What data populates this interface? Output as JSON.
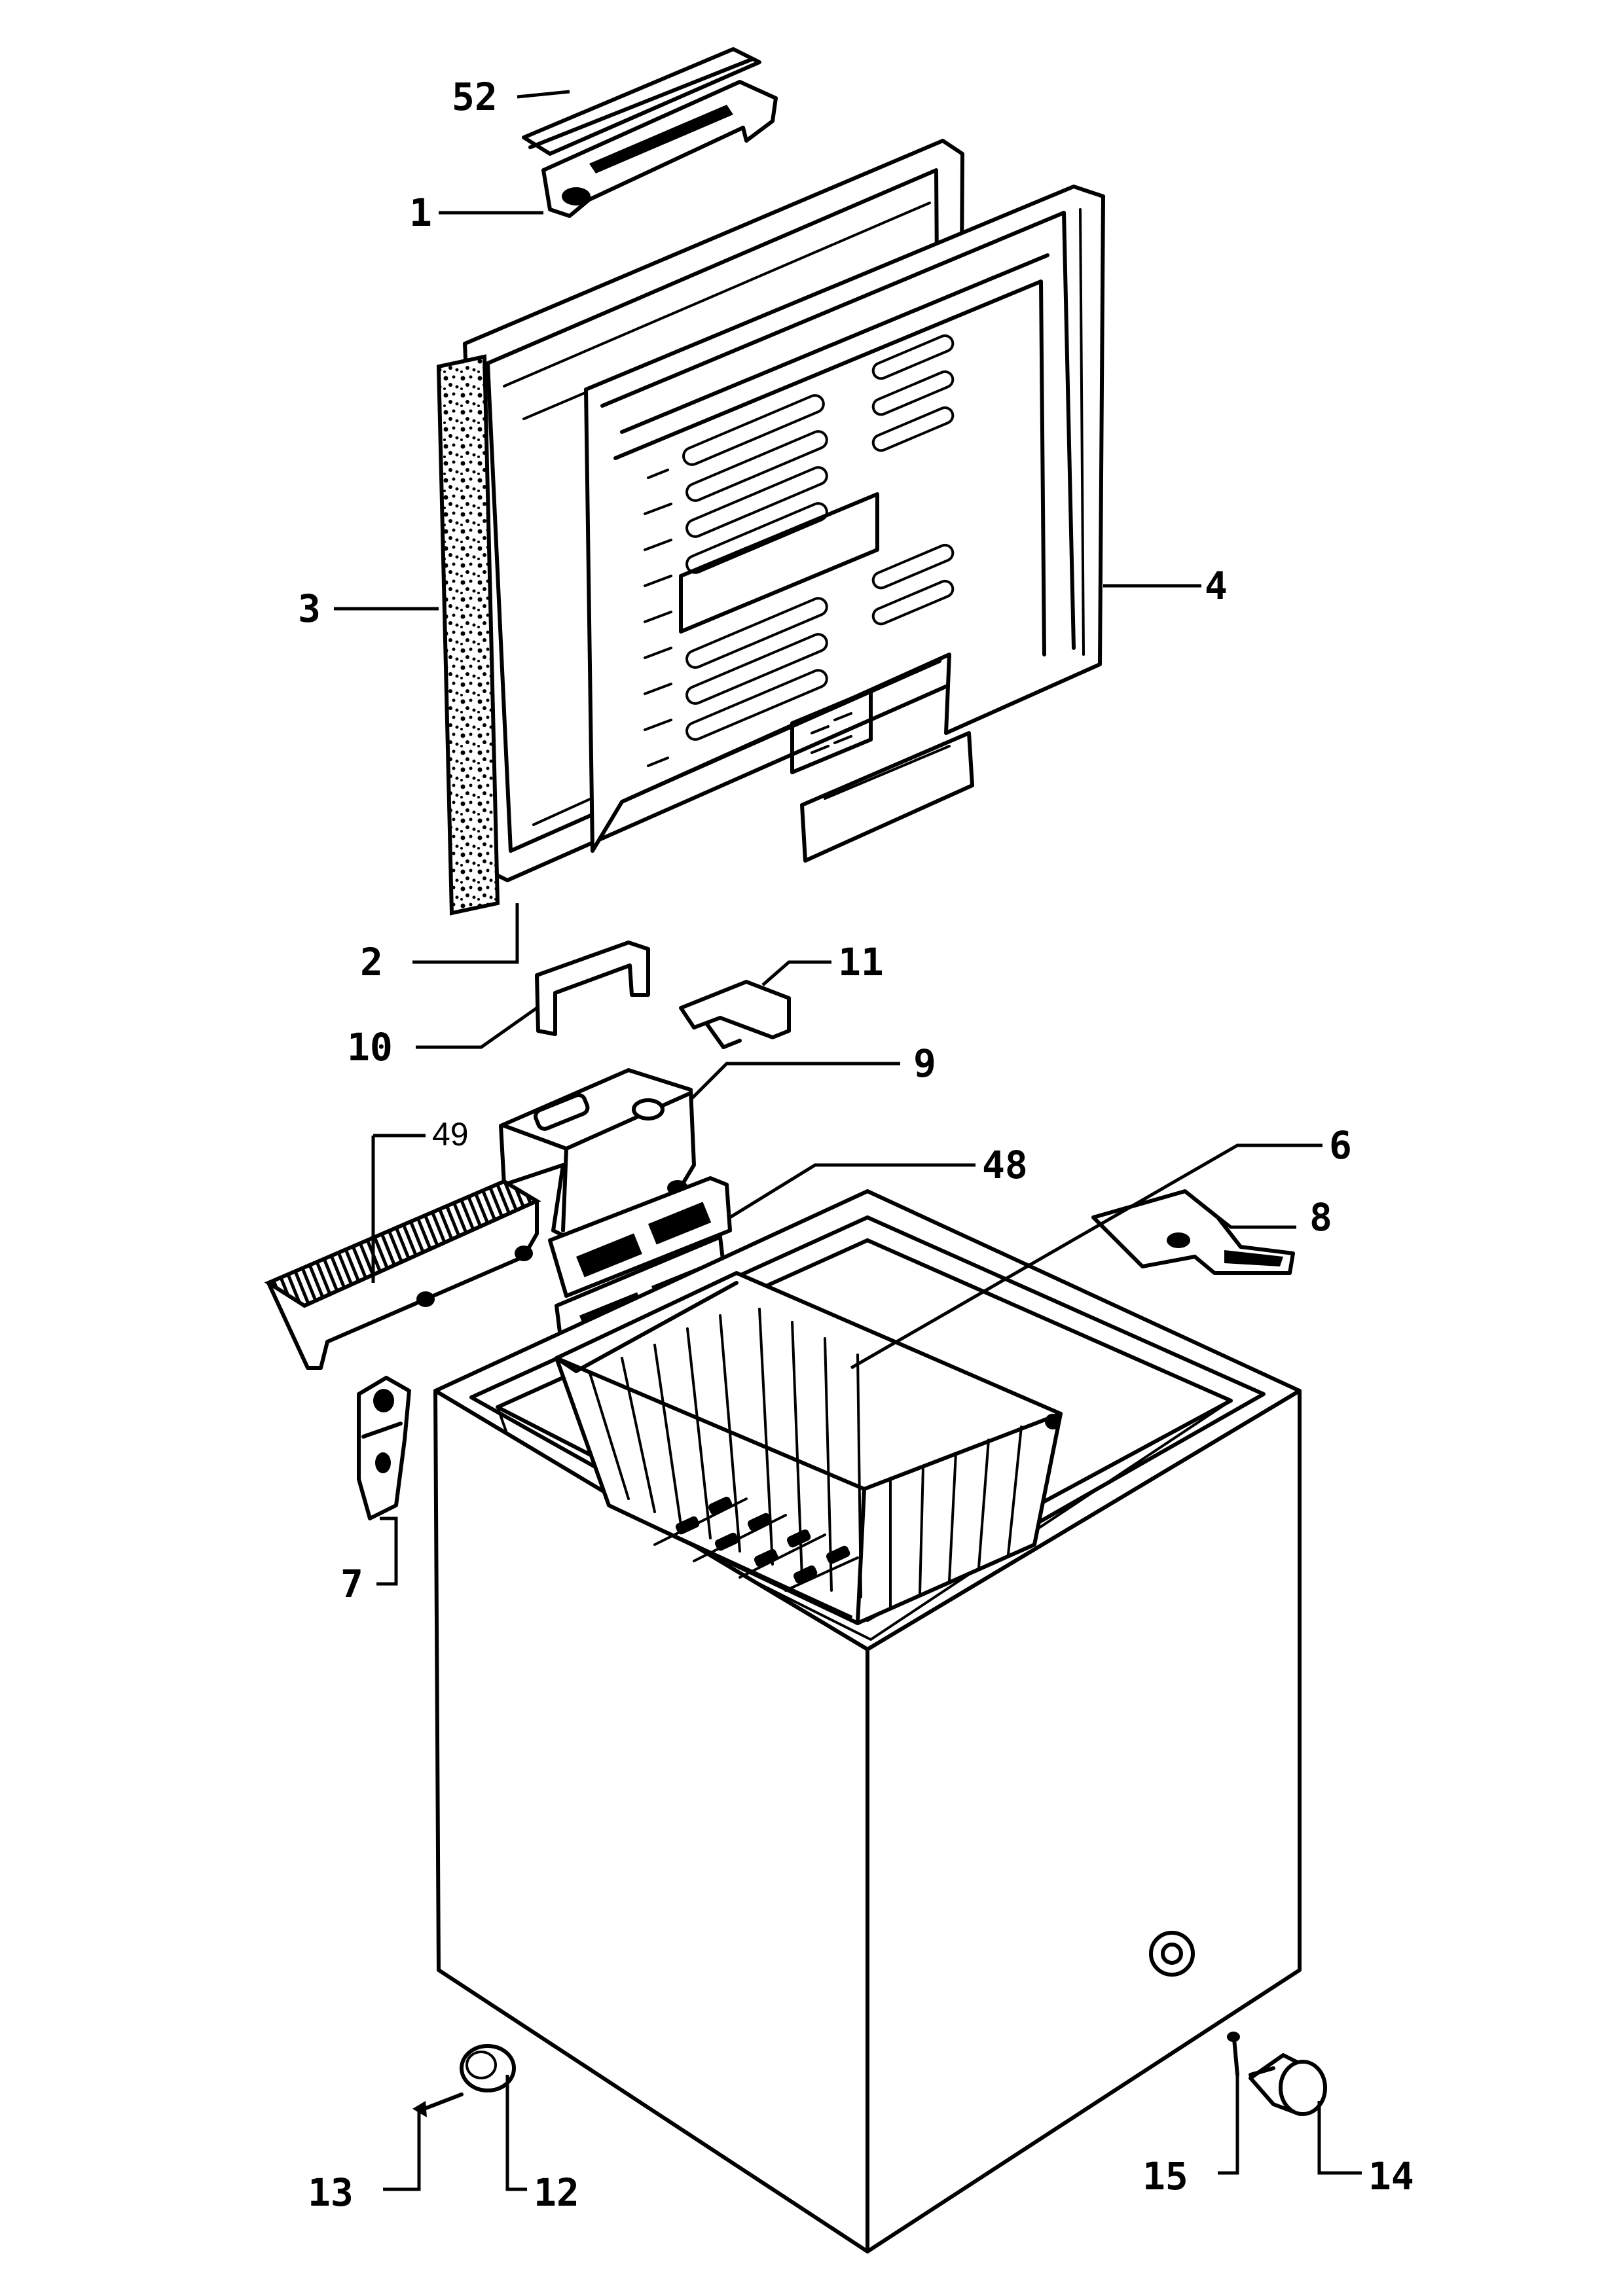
{
  "callouts": [
    {
      "id": "52",
      "text": "52"
    },
    {
      "id": "1",
      "text": "1"
    },
    {
      "id": "3",
      "text": "3"
    },
    {
      "id": "4",
      "text": "4"
    },
    {
      "id": "2",
      "text": "2"
    },
    {
      "id": "11",
      "text": "11"
    },
    {
      "id": "10",
      "text": "10"
    },
    {
      "id": "9",
      "text": "9"
    },
    {
      "id": "49",
      "text": "49"
    },
    {
      "id": "48",
      "text": "48"
    },
    {
      "id": "6",
      "text": "6"
    },
    {
      "id": "8",
      "text": "8"
    },
    {
      "id": "7",
      "text": "7"
    },
    {
      "id": "13",
      "text": "13"
    },
    {
      "id": "12",
      "text": "12"
    },
    {
      "id": "15",
      "text": "15"
    },
    {
      "id": "14",
      "text": "14"
    }
  ],
  "colors": {
    "ink": "#000000",
    "paper": "#ffffff"
  }
}
